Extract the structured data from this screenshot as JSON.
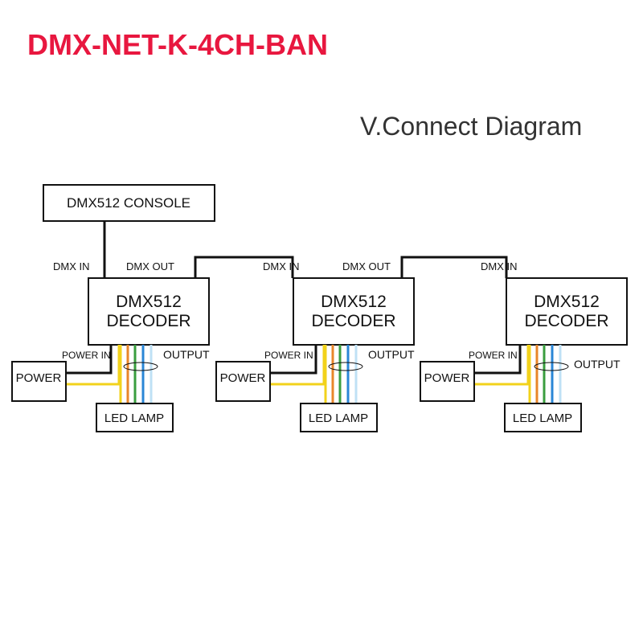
{
  "header": {
    "model_name": "DMX-NET-K-4CH-BAN",
    "model_color": "#e8173f",
    "section_title": "V.Connect Diagram"
  },
  "console": {
    "label": "DMX512 CONSOLE"
  },
  "decoders": [
    {
      "name_line1": "DMX512",
      "name_line2": "DECODER",
      "dmx_in": "DMX IN",
      "dmx_out": "DMX OUT",
      "power_in": "POWER IN",
      "output": "OUTPUT",
      "power": "POWER",
      "lamp": "LED LAMP"
    },
    {
      "name_line1": "DMX512",
      "name_line2": "DECODER",
      "dmx_in": "DMX IN",
      "dmx_out": "DMX OUT",
      "power_in": "POWER IN",
      "output": "OUTPUT",
      "power": "POWER",
      "lamp": "LED LAMP"
    },
    {
      "name_line1": "DMX512",
      "name_line2": "DECODER",
      "dmx_in": "DMX IN",
      "power_in": "POWER IN",
      "output": "OUTPUT",
      "power": "POWER",
      "lamp": "LED LAMP"
    }
  ],
  "wire_colors": {
    "power": "#f2d21b",
    "dmx": "#111111",
    "channels": [
      "#f2d21b",
      "#e8862a",
      "#3a9e3f",
      "#2a86d6",
      "#bfe1f5"
    ]
  }
}
